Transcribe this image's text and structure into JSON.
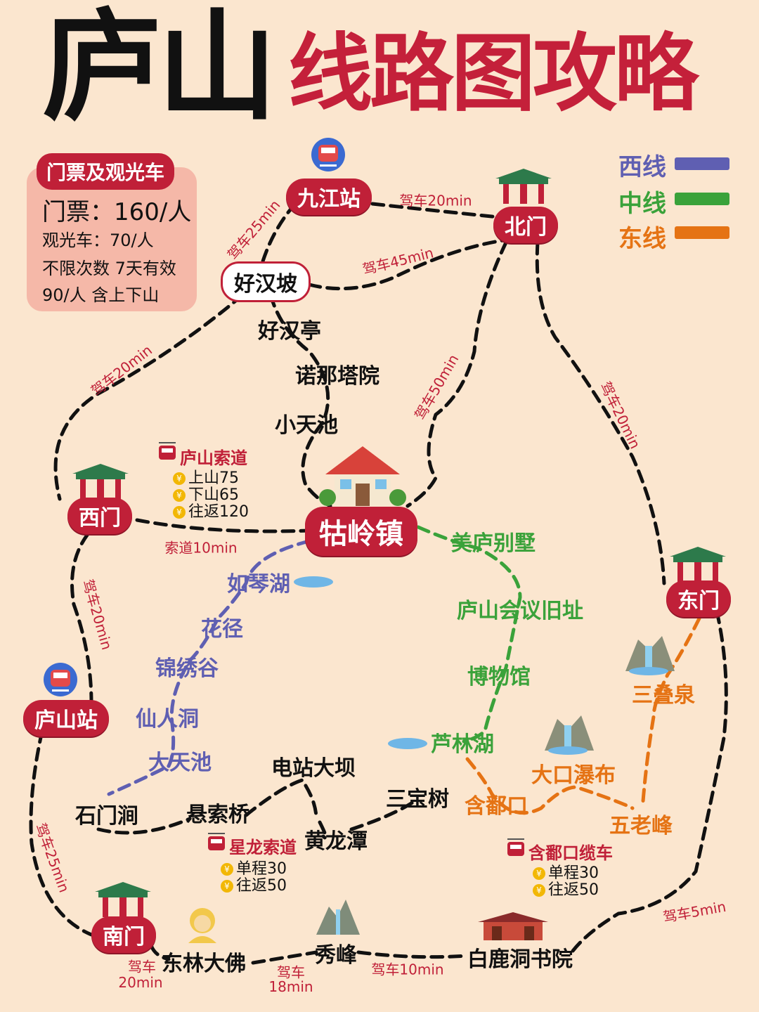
{
  "title": {
    "main": "庐山",
    "sub": "线路图攻略"
  },
  "legend": [
    {
      "label": "西线",
      "color": "#5f5fb2"
    },
    {
      "label": "中线",
      "color": "#3aa23a"
    },
    {
      "label": "东线",
      "color": "#e57314"
    }
  ],
  "ticket": {
    "header": "门票及观光车",
    "line1": "门票：160/人",
    "line2": "观光车：70/人",
    "line3": "不限次数 7天有效",
    "line4": "90/人 含上下山"
  },
  "gates": {
    "jiujiang": "九江站",
    "north": "北门",
    "west": "西门",
    "east": "东门",
    "lushan_station": "庐山站",
    "south": "南门",
    "guling": "牯岭镇",
    "haohanpo": "好汉坡"
  },
  "spots": {
    "haohanting": "好汉亭",
    "nuonata": "诺那塔院",
    "xiaotianchi": "小天池",
    "dianzhan": "电站大坝",
    "shimenjian": "石门涧",
    "xuansuoqiao": "悬索桥",
    "huanglongtan": "黄龙潭",
    "sanbaoshu": "三宝树",
    "donglin": "东林大佛",
    "xiufeng": "秀峰",
    "bailudong": "白鹿洞书院"
  },
  "west_line": [
    "如琴湖",
    "花径",
    "锦绣谷",
    "仙人洞",
    "大天池"
  ],
  "central_line": [
    "美庐别墅",
    "庐山会议旧址",
    "博物馆",
    "芦林湖"
  ],
  "east_line": [
    "三叠泉",
    "大口瀑布",
    "含鄱口",
    "五老峰"
  ],
  "drives": {
    "jj_north": "驾车20min",
    "jj_hhp": "驾车25min",
    "hhp_north": "驾车45min",
    "hhp_west": "驾车20min",
    "north_guling": "驾车50min",
    "north_east": "驾车20min",
    "west_guling": "索道10min",
    "west_station": "驾车20min",
    "station_south": "驾车25min",
    "east_bailu": "驾车5min",
    "south_donglin_a": "驾车",
    "south_donglin_b": "20min",
    "donglin_xiufeng_a": "驾车",
    "donglin_xiufeng_b": "18min",
    "xiufeng_bailu": "驾车10min"
  },
  "cableways": {
    "lushan": {
      "title": "庐山索道",
      "prices": [
        "上山75",
        "下山65",
        "往返120"
      ]
    },
    "xinglong": {
      "title": "星龙索道",
      "prices": [
        "单程30",
        "往返50"
      ]
    },
    "hanpo": {
      "title": "含鄱口缆车",
      "prices": [
        "单程30",
        "往返50"
      ]
    }
  },
  "icons": [
    "train-icon",
    "gate-icon",
    "house-icon",
    "waterfall-icon",
    "lake-icon",
    "cable-car-icon",
    "buddha-icon",
    "mountain-icon",
    "academy-icon",
    "coin-icon"
  ]
}
